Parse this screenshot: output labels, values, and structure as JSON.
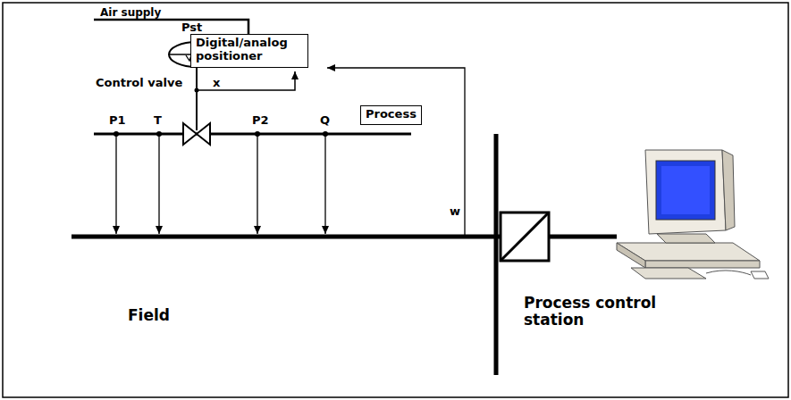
{
  "diagram": {
    "nodes": [
      {
        "text": [
          "Digital/analog positioner"
        ]
      },
      {
        "text": [
          "Process"
        ]
      }
    ],
    "labels": [
      "Air supply",
      "Pst",
      "Control valve",
      "x",
      "P1",
      "T",
      "P2",
      "Q",
      "w",
      "Field",
      "Process control station"
    ]
  }
}
